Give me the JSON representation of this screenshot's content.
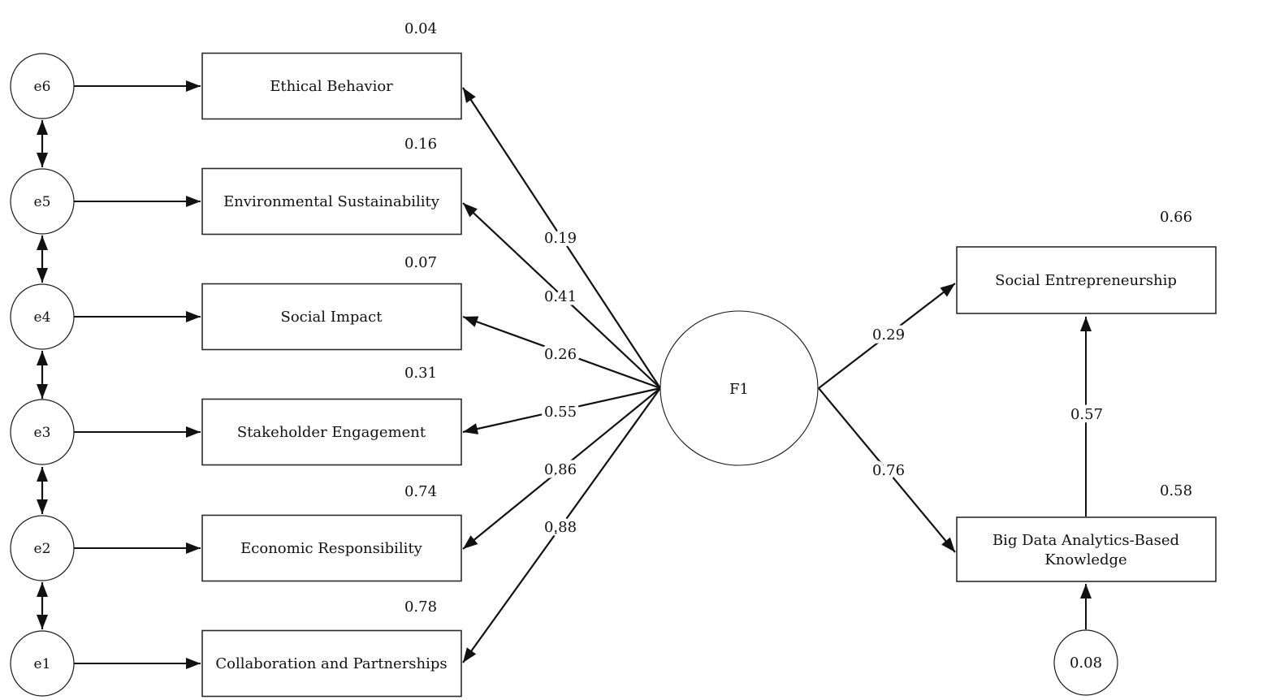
{
  "palette": {
    "ink": "#111111",
    "background": "#ffffff"
  },
  "diagram": {
    "factor": {
      "label": "F1"
    },
    "indicators": [
      {
        "error": "e6",
        "label": "Ethical Behavior",
        "variance": "0.04",
        "loading": "0.19"
      },
      {
        "error": "e5",
        "label": "Environmental Sustainability",
        "variance": "0.16",
        "loading": "0.41"
      },
      {
        "error": "e4",
        "label": "Social Impact",
        "variance": "0.07",
        "loading": "0.26"
      },
      {
        "error": "e3",
        "label": "Stakeholder Engagement",
        "variance": "0.31",
        "loading": "0.55"
      },
      {
        "error": "e2",
        "label": "Economic Responsibility",
        "variance": "0.74",
        "loading": "0.86"
      },
      {
        "error": "e1",
        "label": "Collaboration and Partnerships",
        "variance": "0.78",
        "loading": "0.88"
      }
    ],
    "outcomes": {
      "social_entrepreneurship": {
        "label": "Social Entrepreneurship",
        "variance": "0.66",
        "path_coefficient": "0.29"
      },
      "big_data_knowledge": {
        "label_line1": "Big Data Analytics-Based",
        "label_line2": "Knowledge",
        "variance": "0.58",
        "path_coefficient": "0.76",
        "error_variance": "0.08"
      }
    },
    "mediation": {
      "coefficient": "0.57"
    }
  }
}
